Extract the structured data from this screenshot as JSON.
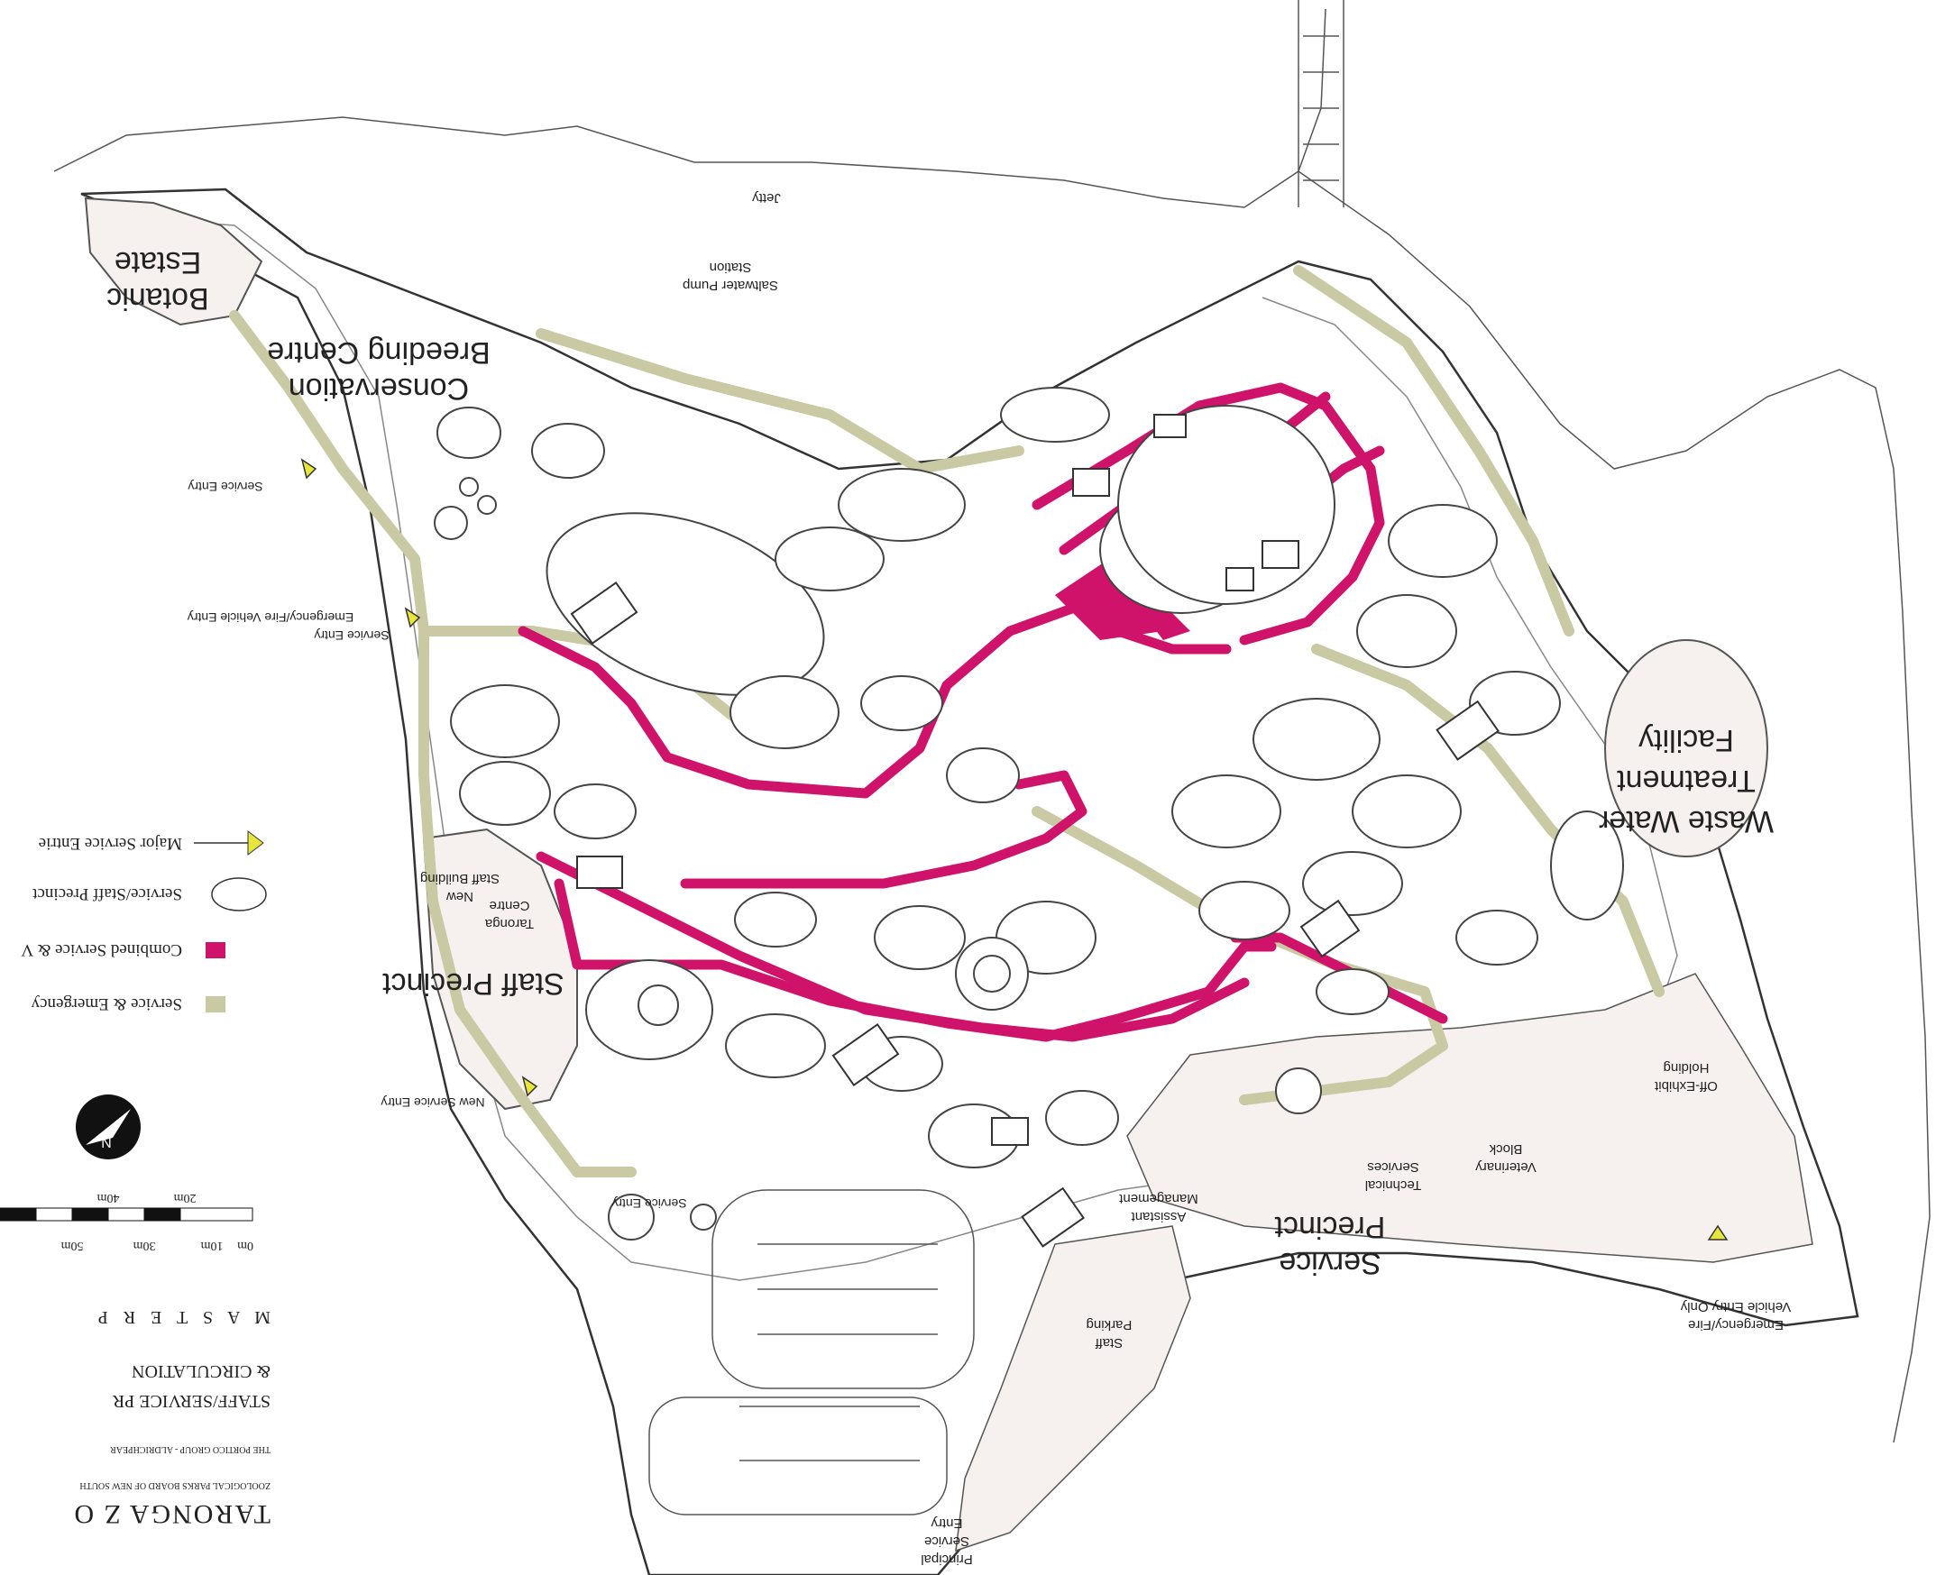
{
  "colors": {
    "service_route": "#c9c9a3",
    "combined_route": "#d0136a",
    "precinct_fill": "#f6f1ee",
    "line": "#333333",
    "arrow": "#e6e63c"
  },
  "title": {
    "line1": "TARONGA Z O",
    "line2": "ZOOLOGICAL PARKS BOARD OF NEW SOUTH",
    "line3": "THE PORTICO GROUP - ALDRICHPEAR",
    "line4": "STAFF/SERVICE PR",
    "line5": "& CIRCULATION",
    "line6": "M A S T E R    P"
  },
  "scale_bar": {
    "labels": [
      "0m",
      "10m",
      "20m",
      "30m",
      "40m",
      "50m"
    ]
  },
  "north_arrow": {
    "letter": "N"
  },
  "legend": {
    "items": [
      {
        "label": "Service & Emergency",
        "swatch": "service"
      },
      {
        "label": "Combined Service & V",
        "swatch": "combined"
      },
      {
        "label": "Service/Staff Precinct",
        "swatch": "precinct"
      },
      {
        "label": "Major Service Entrie",
        "swatch": "arrow"
      }
    ]
  },
  "precincts": {
    "botanic_line1": "Botanic",
    "botanic_line2": "Estate",
    "conservation_line1": "Conservation",
    "conservation_line2": "Breeding Centre",
    "waste_line1": "Waste Water",
    "waste_line2": "Treatment",
    "waste_line3": "Facility",
    "staff": "Staff Precinct",
    "service_line1": "Service",
    "service_line2": "Precinct"
  },
  "labels": {
    "jetty": "Jetty",
    "saltwater_line1": "Saltwater Pump",
    "saltwater_line2": "Station",
    "service_entry_a": "Service Entry",
    "emergency_entry": "Emergency/Fire Vehicle Entry",
    "service_entry_b": "Service Entry",
    "new_service_entry": "New Service Entry",
    "service_entry_c": "Service Entry",
    "taronga_line1": "Taronga",
    "taronga_line2": "Centre",
    "new_staff_line1": "New",
    "new_staff_line2": "Staff Building",
    "off_exhibit_line1": "Off-Exhibit",
    "off_exhibit_line2": "Holding",
    "veterinary_line1": "Veterinary",
    "veterinary_line2": "Block",
    "technical_line1": "Technical",
    "technical_line2": "Services",
    "assistant_line1": "Assistant",
    "assistant_line2": "Management",
    "staff_parking_line1": "Staff",
    "staff_parking_line2": "Parking",
    "principal_line1": "Principal",
    "principal_line2": "Service",
    "principal_line3": "Entry",
    "emergency_only_line1": "Emergency/Fire",
    "emergency_only_line2": "Vehicle Entry Only"
  }
}
